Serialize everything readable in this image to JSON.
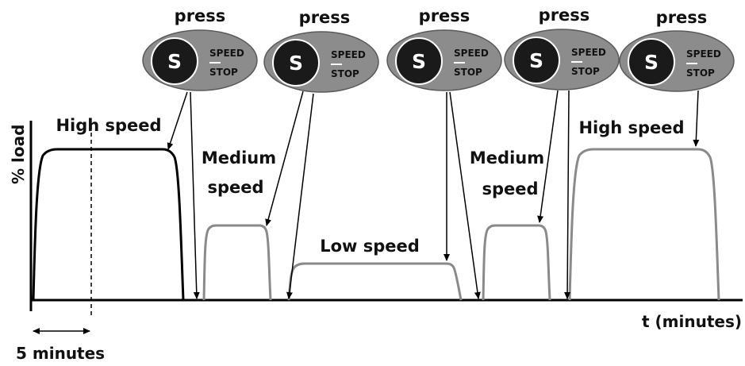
{
  "buttons": [
    {
      "action": "press",
      "letter": "S",
      "speed_label": "SPEED",
      "stop_label": "STOP"
    },
    {
      "action": "press",
      "letter": "S",
      "speed_label": "SPEED",
      "stop_label": "STOP"
    },
    {
      "action": "press",
      "letter": "S",
      "speed_label": "SPEED",
      "stop_label": "STOP"
    },
    {
      "action": "press",
      "letter": "S",
      "speed_label": "SPEED",
      "stop_label": "STOP"
    },
    {
      "action": "press",
      "letter": "S",
      "speed_label": "SPEED",
      "stop_label": "STOP"
    }
  ],
  "phases": [
    {
      "label": "High speed",
      "line1": "High speed"
    },
    {
      "label": "Medium speed",
      "line1": "Medium",
      "line2": "speed"
    },
    {
      "label": "Low speed",
      "line1": "Low speed"
    },
    {
      "label": "Medium speed",
      "line1": "Medium",
      "line2": "speed"
    },
    {
      "label": "High speed",
      "line1": "High speed"
    }
  ],
  "axes": {
    "y_label": "% load",
    "x_label": "t (minutes)",
    "interval_label": "5 minutes"
  },
  "colors": {
    "first_phase_curve": "#000000",
    "other_phase_curves": "#8a8a8a",
    "button_body": "#8c8c8c",
    "button_s_circle": "#1a1a1a"
  }
}
